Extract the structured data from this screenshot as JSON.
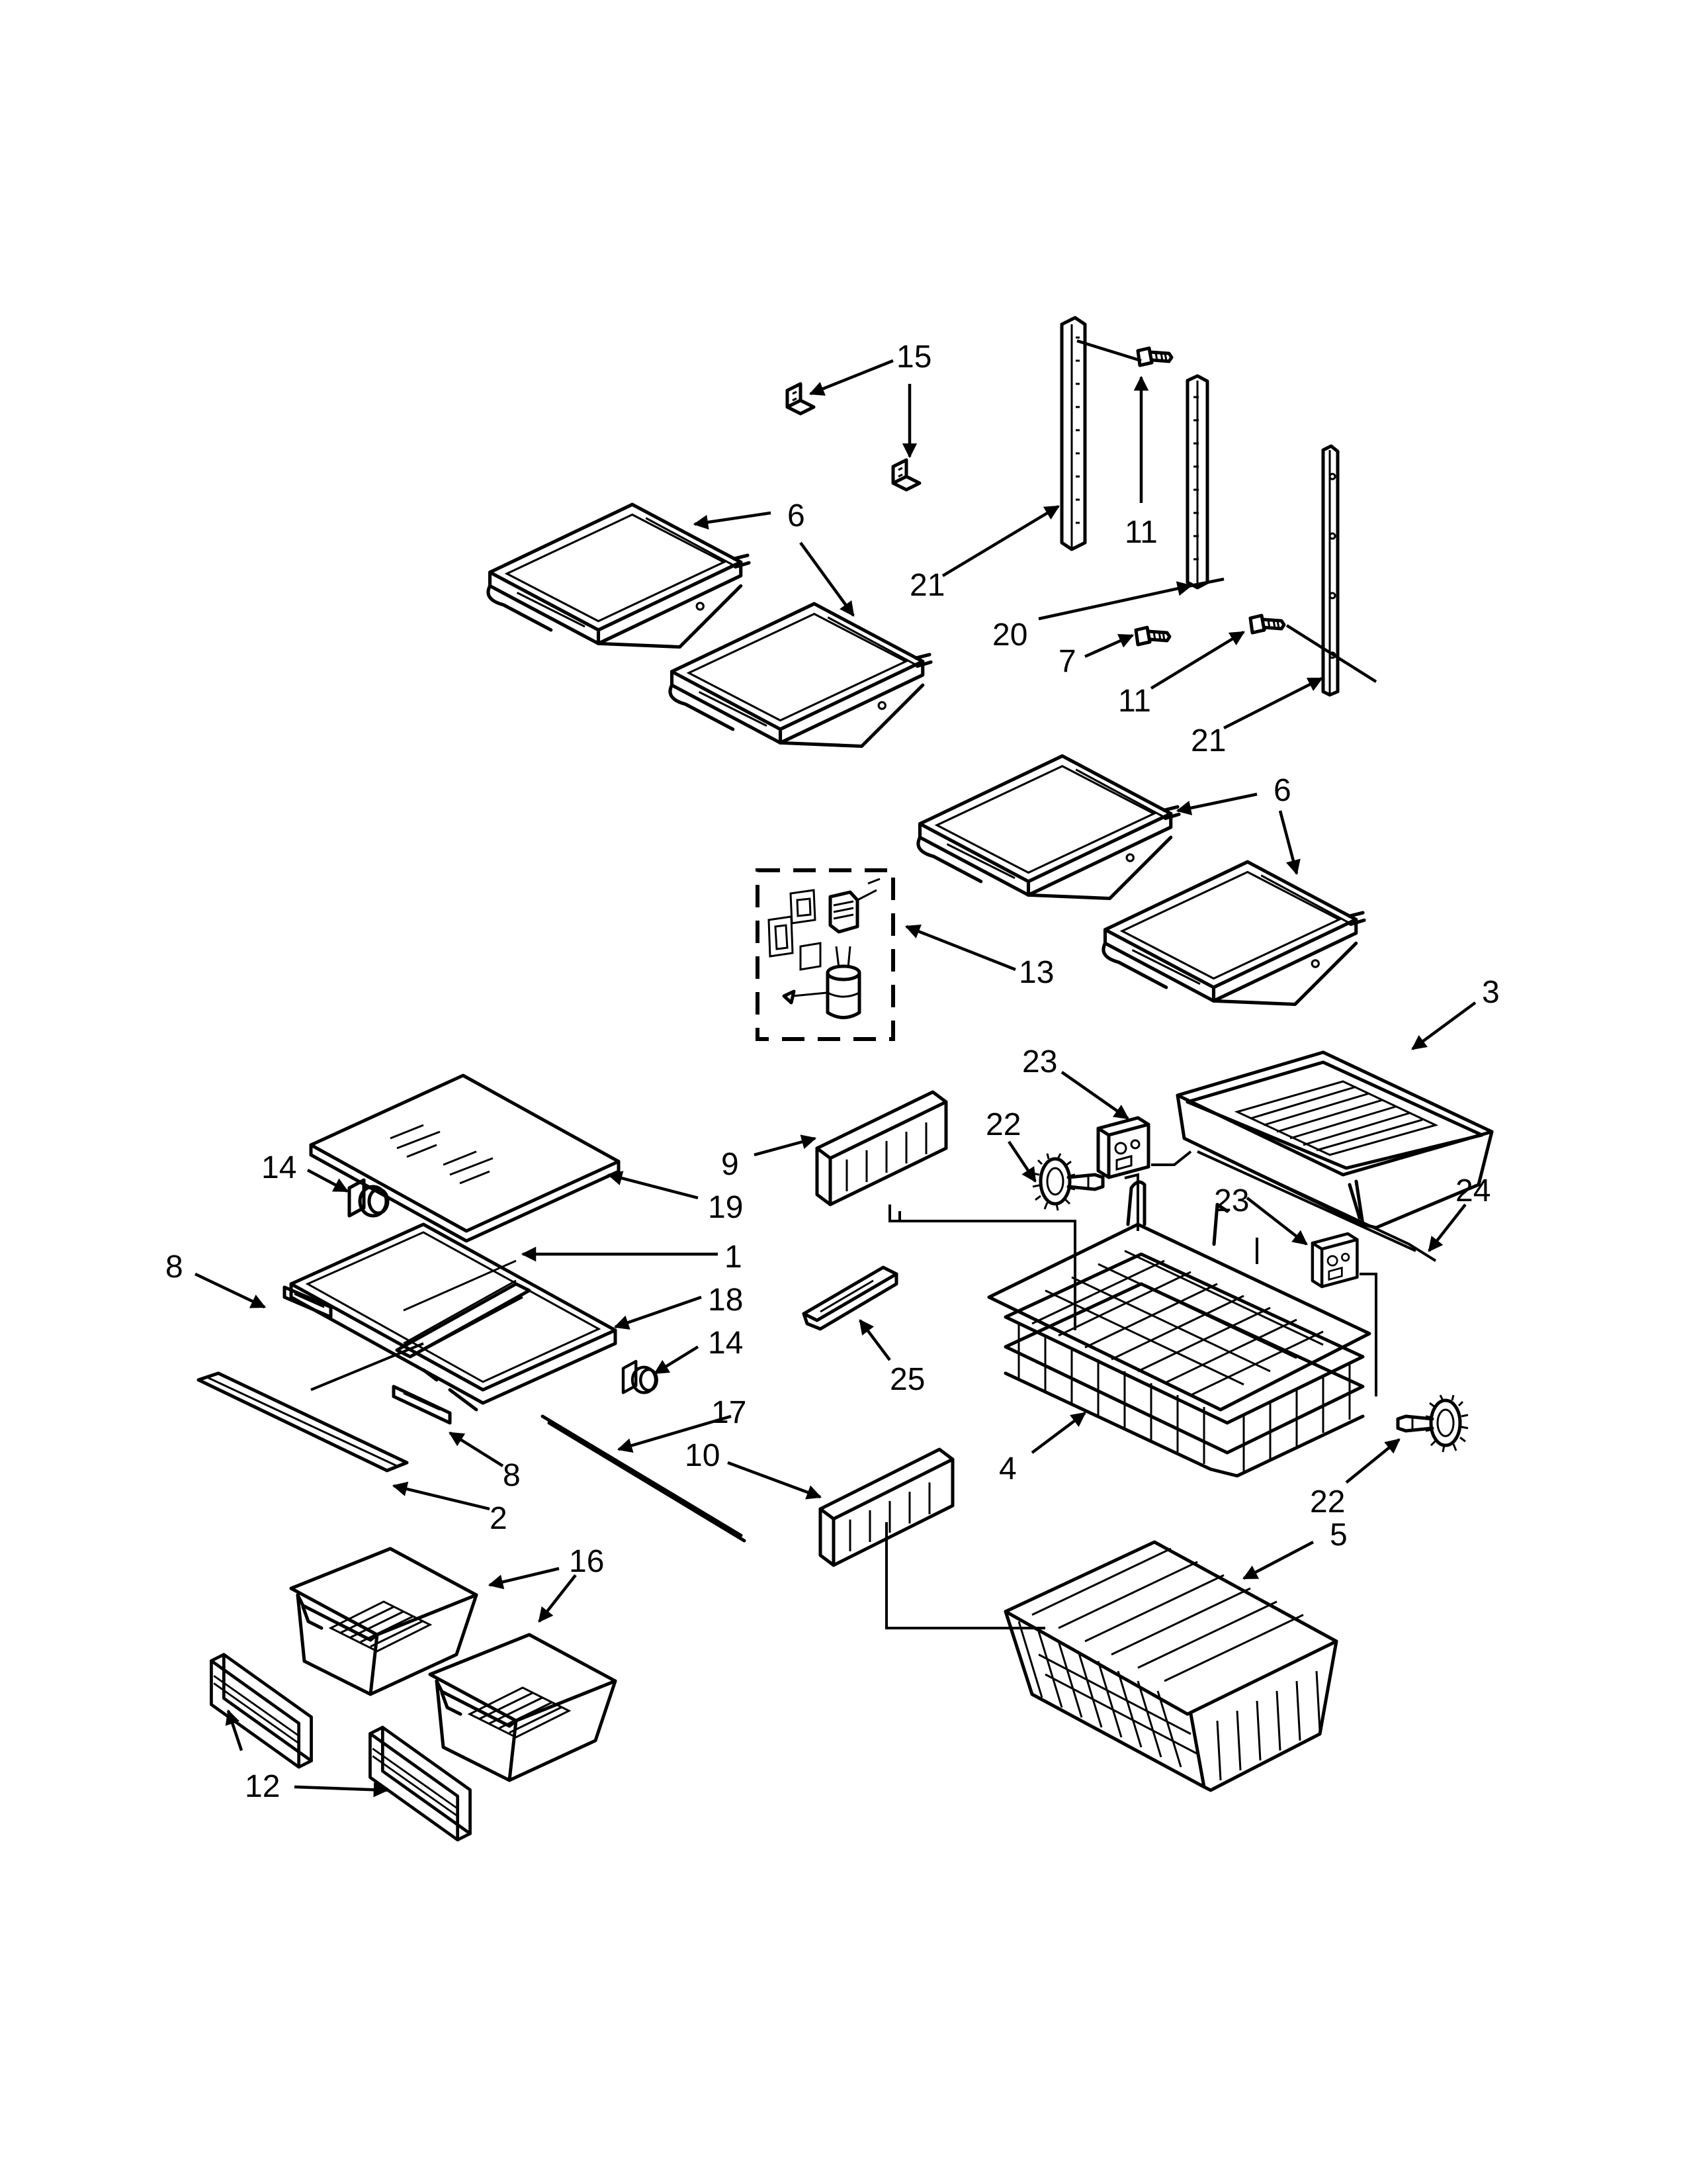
{
  "callouts": [
    {
      "id": "c15",
      "text": "15"
    },
    {
      "id": "c6a",
      "text": "6"
    },
    {
      "id": "c11a",
      "text": "11"
    },
    {
      "id": "c21a",
      "text": "21"
    },
    {
      "id": "c20",
      "text": "20"
    },
    {
      "id": "c7",
      "text": "7"
    },
    {
      "id": "c11b",
      "text": "11"
    },
    {
      "id": "c21b",
      "text": "21"
    },
    {
      "id": "c6b",
      "text": "6"
    },
    {
      "id": "c13",
      "text": "13"
    },
    {
      "id": "c3",
      "text": "3"
    },
    {
      "id": "c23a",
      "text": "23"
    },
    {
      "id": "c22a",
      "text": "22"
    },
    {
      "id": "c9",
      "text": "9"
    },
    {
      "id": "c14a",
      "text": "14"
    },
    {
      "id": "c19",
      "text": "19"
    },
    {
      "id": "c1",
      "text": "1"
    },
    {
      "id": "c8a",
      "text": "8"
    },
    {
      "id": "c18",
      "text": "18"
    },
    {
      "id": "c14b",
      "text": "14"
    },
    {
      "id": "c23b",
      "text": "23"
    },
    {
      "id": "c24",
      "text": "24"
    },
    {
      "id": "c25",
      "text": "25"
    },
    {
      "id": "c17",
      "text": "17"
    },
    {
      "id": "c10",
      "text": "10"
    },
    {
      "id": "c8b",
      "text": "8"
    },
    {
      "id": "c2",
      "text": "2"
    },
    {
      "id": "c4",
      "text": "4"
    },
    {
      "id": "c22b",
      "text": "22"
    },
    {
      "id": "c5",
      "text": "5"
    },
    {
      "id": "c16",
      "text": "16"
    },
    {
      "id": "c12",
      "text": "12"
    }
  ]
}
